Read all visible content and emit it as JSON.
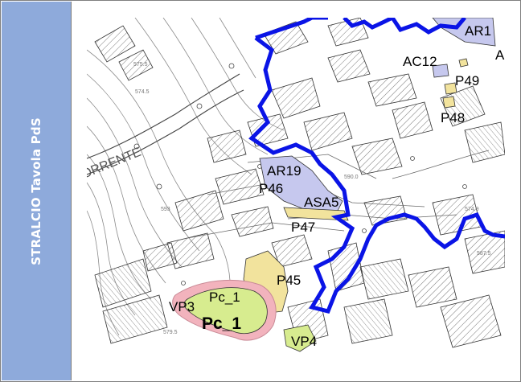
{
  "sidebar": {
    "title": "STRALCIO Tavola PdS"
  },
  "map": {
    "colors": {
      "boundary": "#0a14e6",
      "zone_yellow": "#f2e39d",
      "zone_lavender": "#c6c8ee",
      "zone_green": "#d7ec8f",
      "zone_pink": "#f2b3bd",
      "linework": "#555555"
    },
    "labels": {
      "ar1": "AR1",
      "a_cut": "A",
      "ac12": "AC12",
      "p49": "P49",
      "p48": "P48",
      "ar19": "AR19",
      "p46": "P46",
      "asa5": "ASA5",
      "p47": "P47",
      "p45": "P45",
      "vp3": "VP3",
      "pc1_small": "Pc_1",
      "pc1_bold": "Pc_1",
      "vp4": "VP4",
      "torrente": "ORRENTE",
      "elev_574_5": "574.5",
      "elev_574_9": "574.9",
      "elev_587_5": "587.5",
      "elev_593": "593",
      "elev_579": "579.5",
      "elev_590": "590.0",
      "elev_575": "575.5"
    }
  }
}
